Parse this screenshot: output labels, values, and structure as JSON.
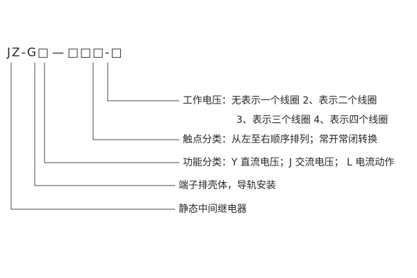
{
  "code": {
    "parts": [
      "JZ",
      "-",
      "G",
      "□",
      "—",
      "□□□",
      "-",
      "□"
    ]
  },
  "callouts": {
    "working_voltage_line1": "工作电压：无表示一个线圈    2、表示二个线圈",
    "working_voltage_line2": "3、表示三个线圈  4、表示四个线圈",
    "contact_class": "触点分类：从左至右顺序排列；常开常闭转换",
    "function_class": "功能分类：Y 直流电压；J 交流电压； L 电流动作",
    "housing": "端子排壳体，导轨安装",
    "relay_type": "静态中间继电器"
  },
  "colors": {
    "line": "#4a4a4a",
    "text": "#262626",
    "background": "#ffffff"
  }
}
